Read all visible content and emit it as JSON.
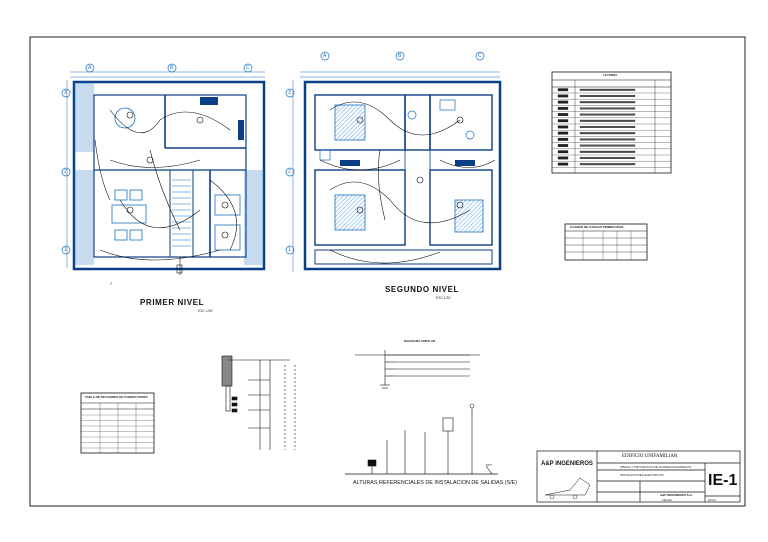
{
  "sheet": {
    "plan1_title": "PRIMER NIVEL",
    "plan1_scale": "ESC 1/50",
    "plan2_title": "SEGUNDO NIVEL",
    "plan2_scale": "ESC 1/50",
    "axes_top": [
      "A",
      "B",
      "C"
    ],
    "axes_side": [
      "3",
      "2",
      "1"
    ],
    "legend_title": "LEYENDA",
    "heights_title": "ALTURAS REFERENCIALES DE INSTALACION DE SALIDAS (S/E)",
    "npt_label": "NPT",
    "diagram_title": "DIAGRAMA UNIFILAR",
    "loads_title": "CUADRO DE CARGAS PRIMER NIVEL",
    "table2_title": "TABLA DE SECCIONES DE CONDUCTORES",
    "titleblock": {
      "company": "A&P INGENIEROS",
      "project": "EDIFICIO UNIFAMILIAR",
      "subtitle": "OBRAS Y PROYECTOS DE ACONDICIONAMIENTO",
      "line3": "INSTALACIONES ELECTRICAS",
      "sheet_code": "IE-1",
      "company2": "A&P INGENIEROS S.A.",
      "date_label": "FECHA",
      "sheet_label": "HOJA"
    }
  },
  "colors": {
    "wall": "#1a6fc2",
    "wall_dark": "#0a3f85",
    "line": "#111111",
    "hatch": "#6aaee8"
  }
}
